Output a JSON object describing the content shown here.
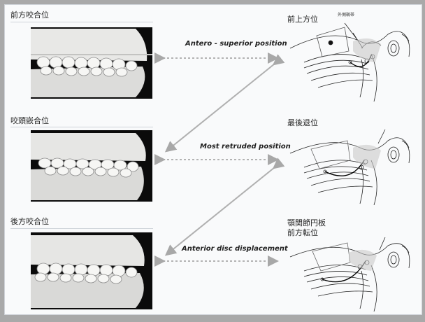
{
  "rows": [
    {
      "jp": "前方咬合位",
      "en": "Antero - superior position",
      "right_jp": [
        "前上方位"
      ]
    },
    {
      "jp": "咬頭嵌合位",
      "en": "Most retruded position",
      "right_jp": [
        "最後退位"
      ]
    },
    {
      "jp": "後方咬合位",
      "en": "Anterior disc displacement",
      "right_jp": [
        "顎関節円板",
        "前方転位"
      ]
    }
  ],
  "annotation": "外側靱帯"
}
